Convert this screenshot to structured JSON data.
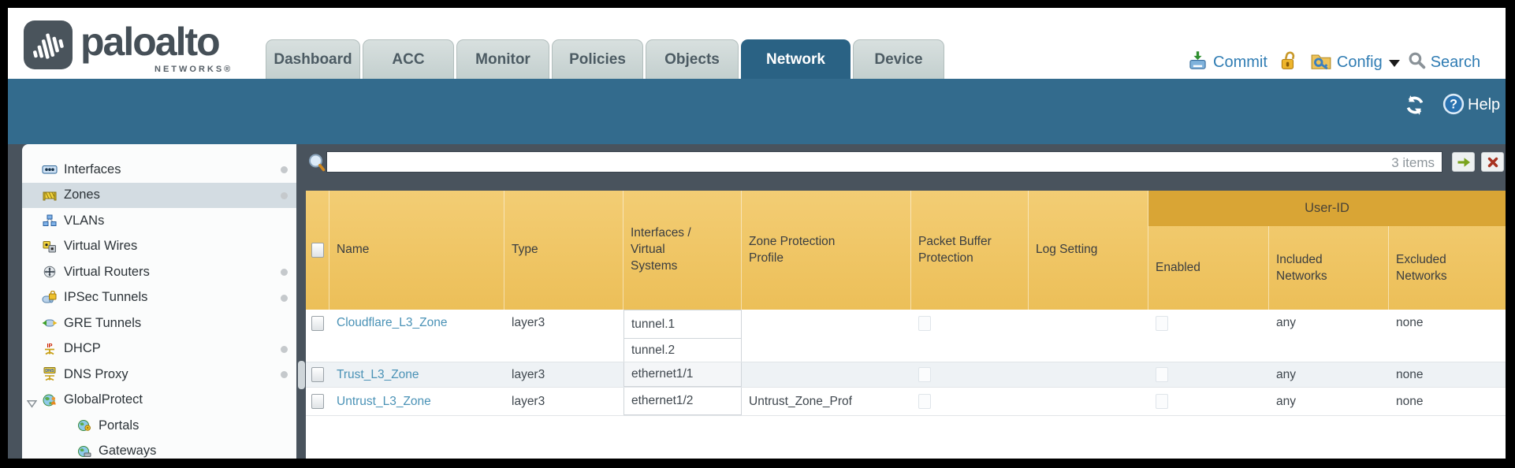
{
  "header": {
    "brand": "paloalto",
    "brand_sub": "NETWORKS®",
    "tabs": [
      {
        "label": "Dashboard",
        "active": false
      },
      {
        "label": "ACC",
        "active": false
      },
      {
        "label": "Monitor",
        "active": false
      },
      {
        "label": "Policies",
        "active": false
      },
      {
        "label": "Objects",
        "active": false
      },
      {
        "label": "Network",
        "active": true
      },
      {
        "label": "Device",
        "active": false
      }
    ],
    "actions": {
      "commit": "Commit",
      "config": "Config",
      "search": "Search"
    }
  },
  "band": {
    "help": "Help"
  },
  "filterbar": {
    "value": "",
    "items_count": "3 items"
  },
  "sidebar": {
    "items": [
      {
        "label": "Interfaces",
        "icon": "interfaces-icon",
        "dot": true
      },
      {
        "label": "Zones",
        "icon": "zones-icon",
        "dot": true,
        "selected": true
      },
      {
        "label": "VLANs",
        "icon": "vlans-icon"
      },
      {
        "label": "Virtual Wires",
        "icon": "virtual-wires-icon"
      },
      {
        "label": "Virtual Routers",
        "icon": "virtual-routers-icon",
        "dot": true
      },
      {
        "label": "IPSec Tunnels",
        "icon": "ipsec-tunnels-icon",
        "dot": true
      },
      {
        "label": "GRE Tunnels",
        "icon": "gre-tunnels-icon"
      },
      {
        "label": "DHCP",
        "icon": "dhcp-icon",
        "dot": true
      },
      {
        "label": "DNS Proxy",
        "icon": "dns-proxy-icon",
        "dot": true
      },
      {
        "label": "GlobalProtect",
        "icon": "globalprotect-icon",
        "expanded": true
      },
      {
        "label": "Portals",
        "icon": "portals-icon",
        "indent": true
      },
      {
        "label": "Gateways",
        "icon": "gateways-icon",
        "indent": true
      }
    ]
  },
  "table": {
    "group_header": "User-ID",
    "columns": [
      "Name",
      "Type",
      "Interfaces / Virtual Systems",
      "Zone Protection Profile",
      "Packet Buffer Protection",
      "Log Setting",
      "Enabled",
      "Included Networks",
      "Excluded Networks"
    ],
    "rows": [
      {
        "name": "Cloudflare_L3_Zone",
        "type": "layer3",
        "interfaces": [
          "tunnel.1",
          "tunnel.2"
        ],
        "zone_protection_profile": "",
        "log_setting": "",
        "included_networks": "any",
        "excluded_networks": "none"
      },
      {
        "name": "Trust_L3_Zone",
        "type": "layer3",
        "interfaces": [
          "ethernet1/1"
        ],
        "zone_protection_profile": "",
        "log_setting": "",
        "included_networks": "any",
        "excluded_networks": "none"
      },
      {
        "name": "Untrust_L3_Zone",
        "type": "layer3",
        "interfaces": [
          "ethernet1/2"
        ],
        "zone_protection_profile": "Untrust_Zone_Prof",
        "log_setting": "",
        "included_networks": "any",
        "excluded_networks": "none"
      }
    ]
  },
  "colors": {
    "teal_band": "#336b8d",
    "active_tab": "#2a6284",
    "page_bg": "#49535d",
    "table_header": "#eec25e",
    "user_id_band": "#d9a535",
    "link": "#4a92b6",
    "selected_nav": "#d3dce2"
  }
}
